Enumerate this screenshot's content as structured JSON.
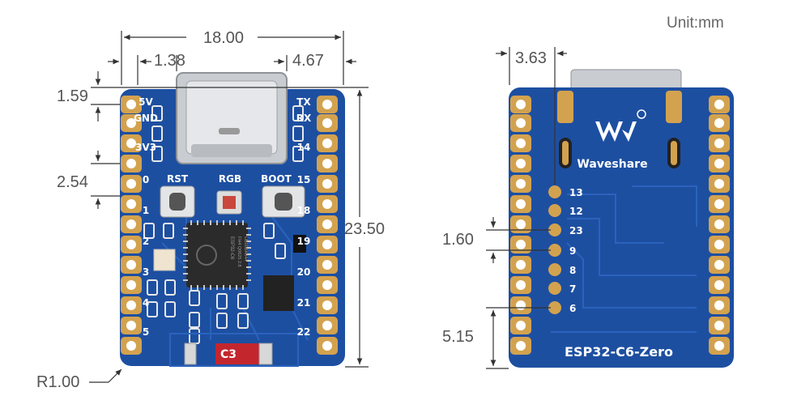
{
  "unit_label": "Unit:mm",
  "front": {
    "width": "18.00",
    "usb_left_offset": "1.38",
    "usb_right_offset": "4.67",
    "top_pad_offset": "1.59",
    "pin_pitch": "2.54",
    "height": "23.50",
    "corner_radius": "R1.00",
    "left_pins": [
      "5V",
      "GND",
      "3V3",
      "0",
      "1",
      "2",
      "3",
      "4",
      "5"
    ],
    "right_pins": [
      "TX",
      "RX",
      "14",
      "15",
      "18",
      "19",
      "20",
      "21",
      "22"
    ],
    "buttons": {
      "rst": "RST",
      "rgb": "RGB",
      "boot": "BOOT"
    },
    "chip_text": [
      "ESP32-C6",
      "FH4 Q0625 2.8",
      "UB00BA044"
    ],
    "c3_label": "C3"
  },
  "back": {
    "pad_offset": "3.63",
    "pad_pitch": "1.60",
    "bottom_offset": "5.15",
    "brand": "Waveshare",
    "product": "ESP32-C6-Zero",
    "pad_labels": [
      "13",
      "12",
      "23",
      "9",
      "8",
      "7",
      "6"
    ]
  },
  "colors": {
    "pcb": "#1d4fa1",
    "pad": "#d3a24f",
    "line": "#333333"
  }
}
